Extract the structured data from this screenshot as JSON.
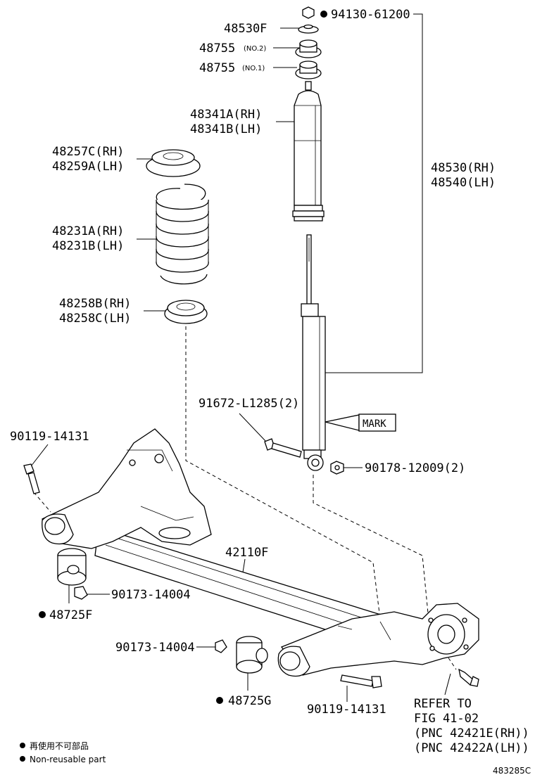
{
  "labels": {
    "nut_top": "94130-61200",
    "bracket": "48530F",
    "insulator_no2": "48755",
    "insulator_no2_suffix": "(NO.2)",
    "insulator_no1": "48755",
    "insulator_no1_suffix": "(NO.1)",
    "bumper_rh": "48341A(RH)",
    "bumper_lh": "48341B(LH)",
    "upper_seat_rh": "48257C(RH)",
    "upper_seat_lh": "48259A(LH)",
    "spring_rh": "48231A(RH)",
    "spring_lh": "48231B(LH)",
    "lower_seat_rh": "48258B(RH)",
    "lower_seat_lh": "48258C(LH)",
    "absorber_rh": "48530(RH)",
    "absorber_lh": "48540(LH)",
    "bolt_absorber": "91672-L1285(2)",
    "mark": "MARK",
    "nut_absorber": "90178-12009(2)",
    "bolt_left": "90119-14131",
    "beam": "42110F",
    "nut_bush_left": "90173-14004",
    "bush_left": "48725F",
    "nut_bush_right": "90173-14004",
    "bush_right": "48725G",
    "bolt_right": "90119-14131",
    "refer_1": "REFER TO",
    "refer_2": "FIG 41-02",
    "refer_3": "(PNC 42421E(RH))",
    "refer_4": "(PNC 42422A(LH))"
  },
  "legend": {
    "jp": "再使用不可部品",
    "en": "Non-reusable part"
  },
  "diagram_id": "483285C"
}
